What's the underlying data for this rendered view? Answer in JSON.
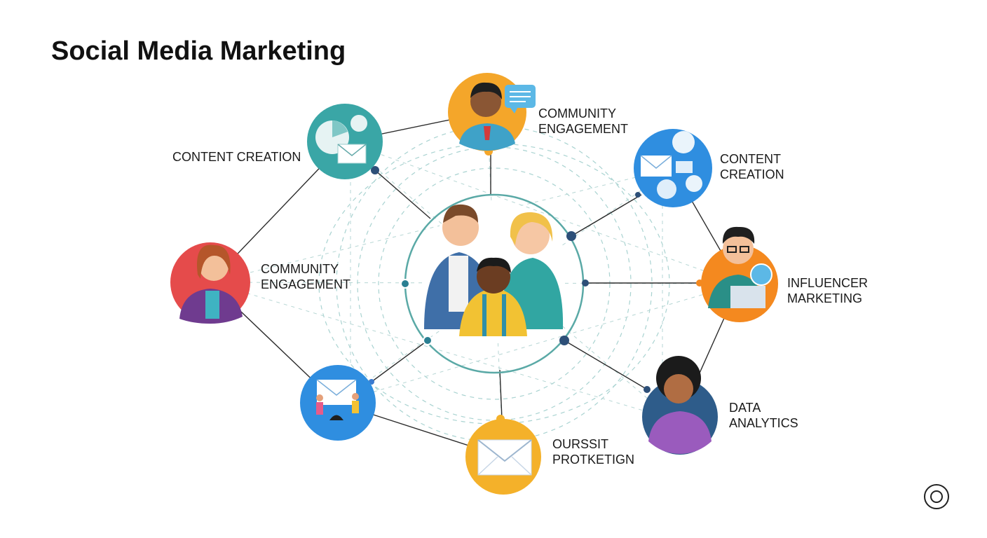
{
  "title": "Social Media Marketing",
  "colors": {
    "teal": "#3aa6a6",
    "orange": "#f4a62a",
    "blue": "#2f8ee0",
    "red": "#e54b4b",
    "ring": "#5aa9a6",
    "line": "#2b2b2b",
    "dot": "#2d4f78"
  },
  "hub": {
    "name": "central-team-avatar",
    "icon": "group-people-icon"
  },
  "nodes": [
    {
      "id": "content-creation-left",
      "label_lines": [
        "CONTENT CREATION"
      ],
      "icon": "analytics-mail-icon",
      "color": "#3aa6a6"
    },
    {
      "id": "community-engagement-top",
      "label_lines": [
        "COMMUNITY",
        "ENGAGEMENT"
      ],
      "icon": "man-chat-avatar-icon",
      "color": "#f4a62a"
    },
    {
      "id": "content-creation-right",
      "label_lines": [
        "CONTENT",
        "CREATION"
      ],
      "icon": "mail-users-icon",
      "color": "#2f8ee0"
    },
    {
      "id": "community-engagement-left",
      "label_lines": [
        "COMMUNITY",
        "ENGAGEMENT"
      ],
      "icon": "woman-avatar-icon",
      "color": "#e54b4b"
    },
    {
      "id": "influencer-marketing",
      "label_lines": [
        "INFLUENCER",
        "MARKETING"
      ],
      "icon": "man-laptop-avatar-icon",
      "color": "#f4891f"
    },
    {
      "id": "email-outreach",
      "label_lines": [],
      "icon": "mail-people-icon",
      "color": "#2f8ee0"
    },
    {
      "id": "data-analytics",
      "label_lines": [
        "DATA",
        "ANALYTICS"
      ],
      "icon": "woman-curly-avatar-icon",
      "color": "#2e5c8a"
    },
    {
      "id": "oursit-protketign",
      "label_lines": [
        "OURSSIT",
        "PROTKETIGN"
      ],
      "icon": "envelope-icon",
      "color": "#f4b12a"
    }
  ],
  "corner_button": {
    "icon": "circle-target-icon"
  }
}
